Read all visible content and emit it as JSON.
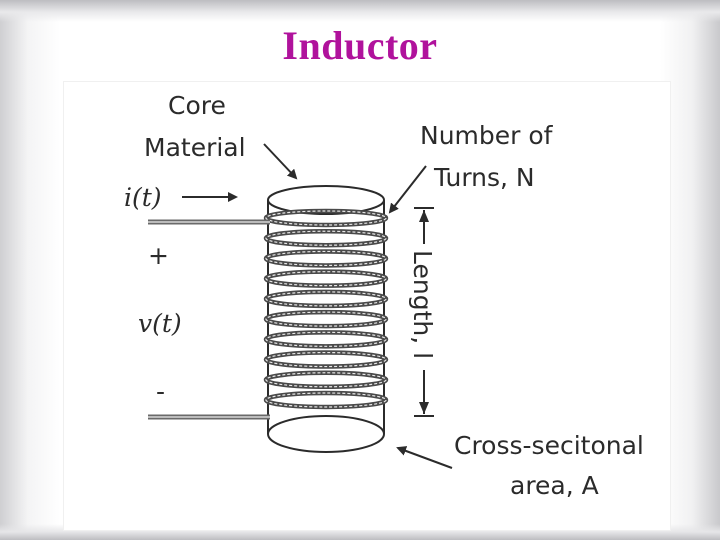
{
  "title": "Inductor",
  "title_color": "#b0129c",
  "labels": {
    "core_line1": "Core",
    "core_line2": "Material",
    "turns_line1": "Number of",
    "turns_line2": "Turns, N",
    "current": "i(t)",
    "plus": "+",
    "voltage": "v(t)",
    "minus": "-",
    "length": "Length, l",
    "area_line1": "Cross-secitonal",
    "area_line2": "area, A"
  },
  "coil_turns": 10
}
